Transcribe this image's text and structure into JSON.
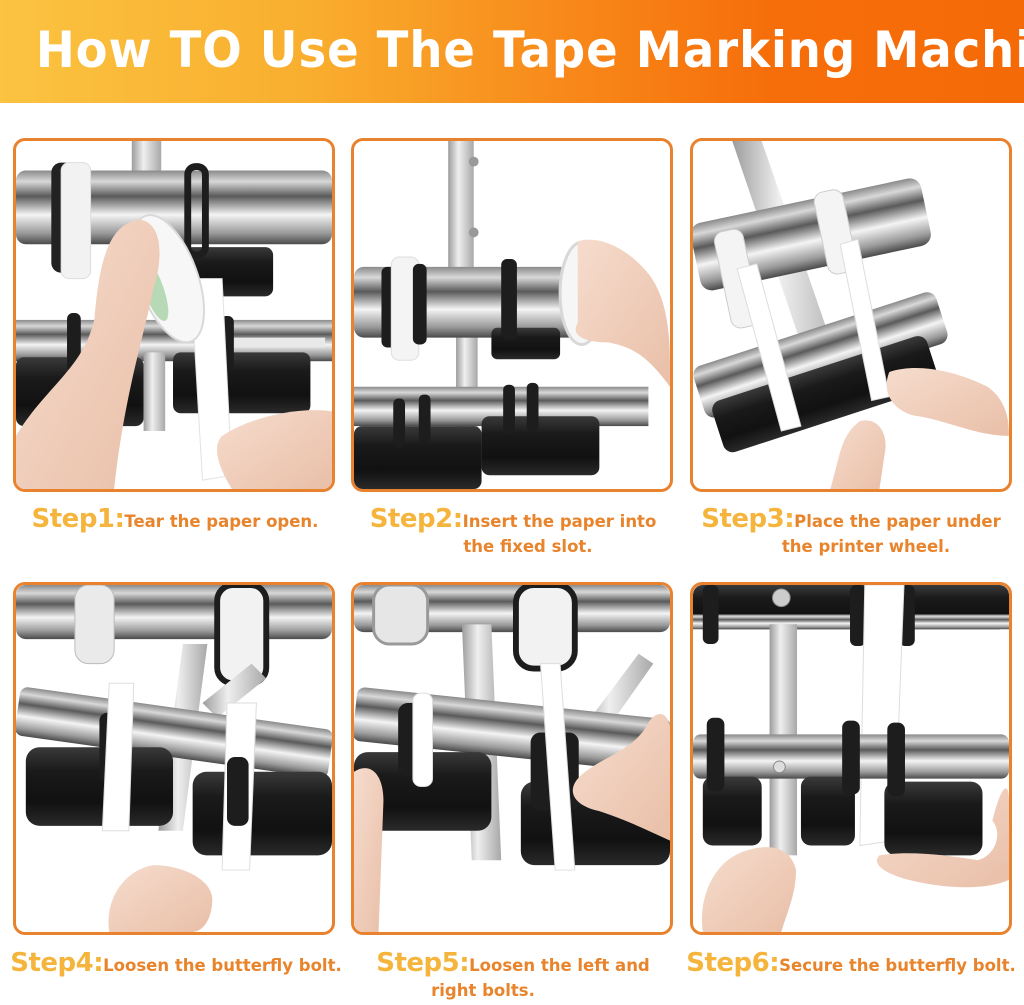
{
  "header": {
    "title": "How TO Use The Tape Marking Machine",
    "gradient": [
      "#FBC341",
      "#F46A06"
    ]
  },
  "colors": {
    "frame": "#E8822E",
    "step_tag": "#F5B53C",
    "step_desc": "#E8842C",
    "title_text": "#FFFFFF"
  },
  "steps": [
    {
      "tag": "Step1:",
      "line1": "Tear the paper open.",
      "line2": "",
      "image": "hand-tearing-tape-roll-photo"
    },
    {
      "tag": "Step2:",
      "line1": "Insert the paper into",
      "line2": "the fixed slot.",
      "image": "hand-inserting-roll-on-shaft-photo"
    },
    {
      "tag": "Step3:",
      "line1": "Place the paper under",
      "line2": "the printer wheel.",
      "image": "hands-threading-paper-under-wheel-photo"
    },
    {
      "tag": "Step4:",
      "line1": "Loosen the butterfly bolt.",
      "line2": "",
      "image": "hand-loosening-butterfly-bolt-photo"
    },
    {
      "tag": "Step5:",
      "line1": "Loosen the left and",
      "line2": "right bolts.",
      "image": "hand-loosening-side-bolts-photo"
    },
    {
      "tag": "Step6:",
      "line1": "Secure the butterfly bolt.",
      "line2": "",
      "image": "hand-securing-butterfly-bolt-photo"
    }
  ]
}
